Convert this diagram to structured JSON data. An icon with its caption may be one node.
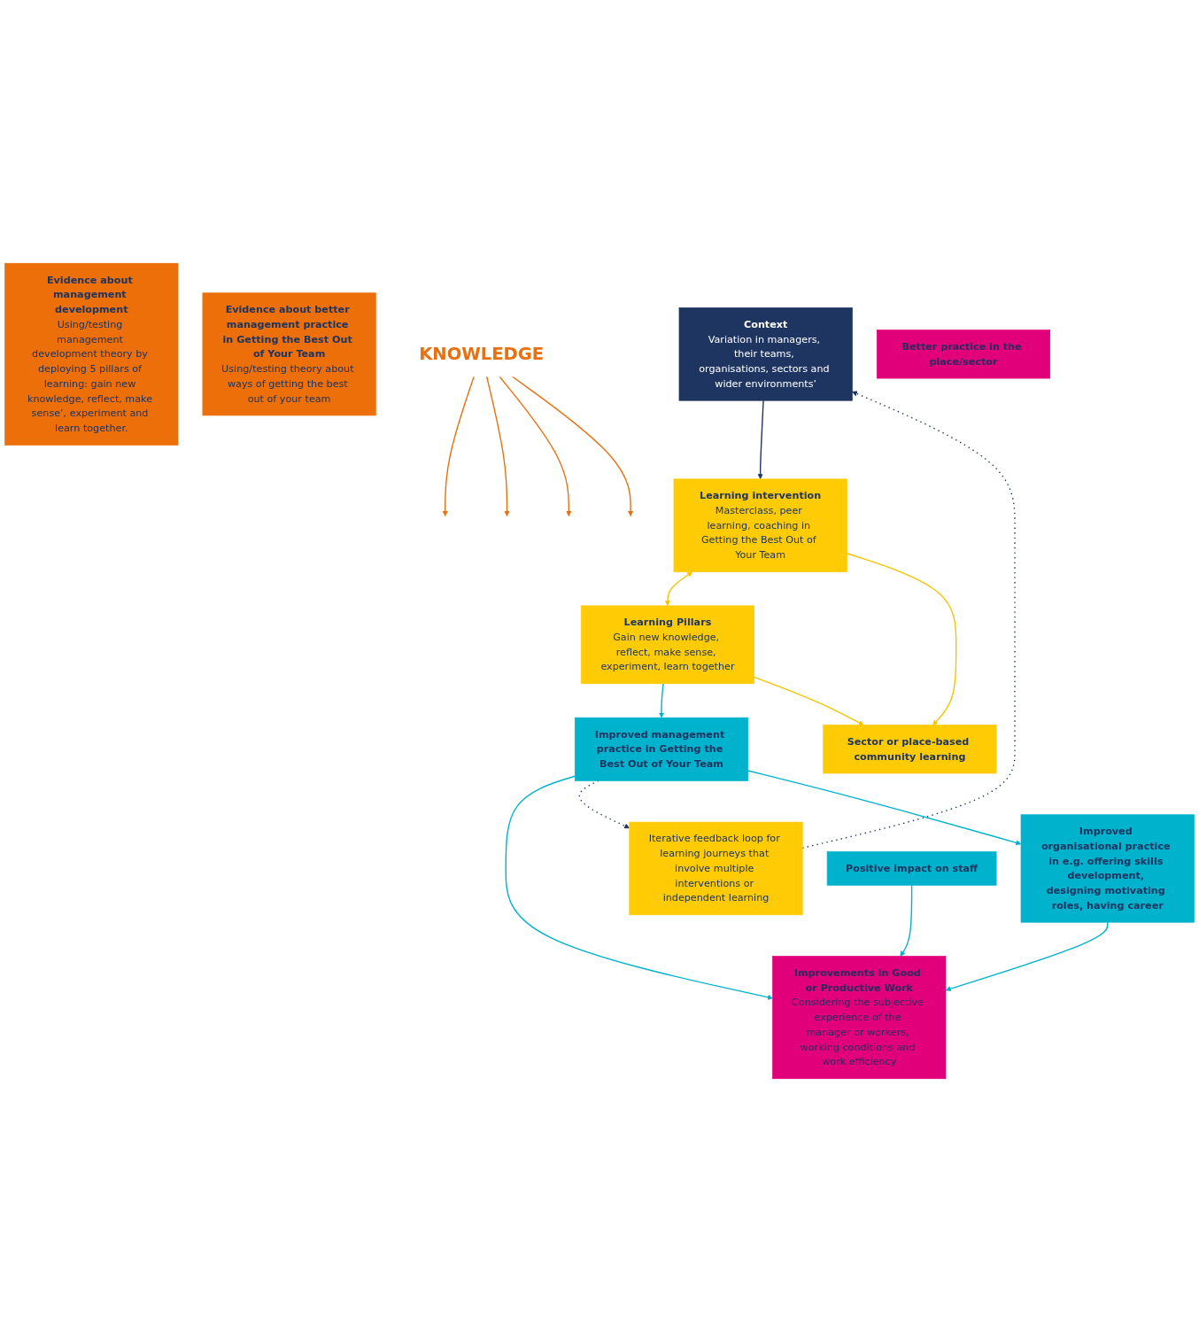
{
  "diagram": {
    "nodes": [
      {
        "text": [
          "Evidence about management development",
          "Using/testing management development theory by deploying 5 pillars of learning: gain new knowledge, reflect, make sense’, experiment and learn together."
        ]
      },
      {
        "text": [
          "Evidence about better management practice in Getting the Best Out of Your Team",
          "Using/testing theory about ways of getting the best out of your team"
        ]
      },
      {
        "text": [
          "KNOWLEDGE"
        ]
      },
      {
        "text": [
          "Context",
          "Variation in managers, their teams, organisations, sectors and wider environments’"
        ]
      },
      {
        "text": [
          "Learning intervention",
          "Masterclass, peer learning, coaching in Getting the Best Out of Your Team"
        ]
      },
      {
        "text": [
          "Learning Pillars",
          "Gain new knowledge, reflect, make sense, experiment, learn together"
        ]
      },
      {
        "text": [
          "Improved management practice in Getting the Best Out of Your Team"
        ]
      },
      {
        "text": [
          "Improvements in Good or Productive Work",
          "Considering the subjective experience of the manager or workers, working conditions and work efficiency"
        ]
      },
      {
        "text": [
          "Sector or place-based community learning"
        ]
      },
      {
        "text": [
          "Iterative feedback loop for learning journeys that involve multiple interventions or independent learning"
        ]
      },
      {
        "text": [
          "Improved organisational practice in e.g. offering skills development, designing motivating roles, having career"
        ]
      },
      {
        "text": [
          "Better practice in the place/sector"
        ]
      },
      {
        "text": [
          "Positive impact on staff"
        ]
      }
    ],
    "edges": [
      {
        "from": 2,
        "to": null,
        "arrow": "to",
        "color": "#e8700f"
      },
      {
        "from": 2,
        "to": null,
        "arrow": "to",
        "color": "#e8700f"
      },
      {
        "from": 2,
        "to": null,
        "arrow": "to",
        "color": "#e8700f"
      },
      {
        "from": 2,
        "to": null,
        "arrow": "to",
        "color": "#e8700f"
      },
      {
        "from": 3,
        "to": 4,
        "arrow": "to",
        "color": "#1e3461"
      },
      {
        "from": 4,
        "to": 5,
        "arrow": "both",
        "color": "#f5c400"
      },
      {
        "from": 5,
        "to": 6,
        "arrow": "to"
      },
      {
        "from": 6,
        "to": 7,
        "arrow": "to"
      },
      {
        "from": 4,
        "to": 8,
        "arrow": "to",
        "color": "#f5c400"
      },
      {
        "from": 5,
        "to": 8,
        "arrow": "to",
        "color": "#f5c400"
      },
      {
        "from": 6,
        "to": 9,
        "arrow": "to",
        "style": "dashed",
        "color": "#1e3461"
      },
      {
        "from": 6,
        "to": 10,
        "arrow": "to"
      },
      {
        "from": 9,
        "to": 3,
        "arrow": "to",
        "style": "dashed",
        "color": "#1e3461"
      },
      {
        "from": 10,
        "to": 7,
        "arrow": "to"
      },
      {
        "from": 12,
        "to": 7,
        "arrow": "to"
      }
    ]
  }
}
